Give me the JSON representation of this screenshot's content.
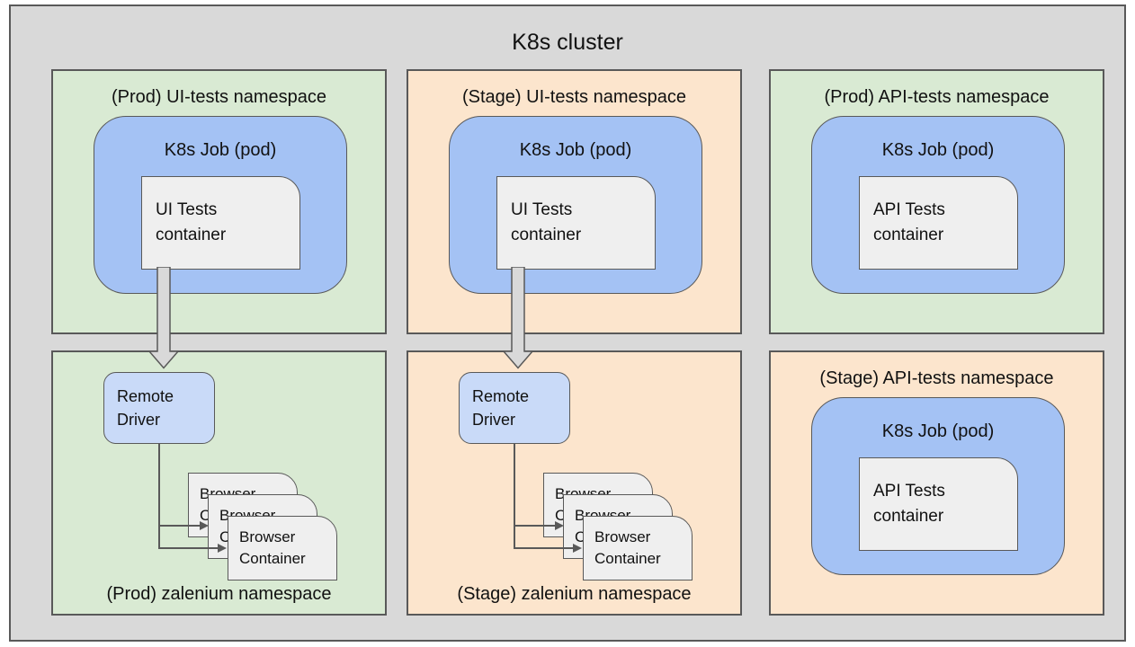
{
  "diagram": {
    "title": "K8s cluster"
  },
  "colors": {
    "cluster_fill": "#d9d9d9",
    "prod_fill": "#d9ead3",
    "stage_fill": "#fce5cd",
    "job_fill": "#a4c2f4",
    "driver_fill": "#c9daf8",
    "container_fill": "#efefef",
    "line": "#595959",
    "text": "#111111"
  },
  "panels": {
    "prod_ui": {
      "title": "(Prod) UI-tests namespace",
      "job_label": "K8s Job (pod)",
      "container_label": "UI Tests container"
    },
    "stage_ui": {
      "title": "(Stage) UI-tests namespace",
      "job_label": "K8s Job (pod)",
      "container_label": "UI Tests container"
    },
    "prod_api": {
      "title": "(Prod) API-tests namespace",
      "job_label": "K8s Job (pod)",
      "container_label": "API Tests container"
    },
    "prod_zalenium": {
      "title": "(Prod) zalenium namespace",
      "driver_label": "Remote Driver",
      "browser_label": "Browser Container",
      "browser_count": 3
    },
    "stage_zalenium": {
      "title": "(Stage) zalenium namespace",
      "driver_label": "Remote Driver",
      "browser_label": "Browser Container",
      "browser_count": 3
    },
    "stage_api": {
      "title": "(Stage) API-tests namespace",
      "job_label": "K8s Job (pod)",
      "container_label": "API Tests container"
    }
  }
}
